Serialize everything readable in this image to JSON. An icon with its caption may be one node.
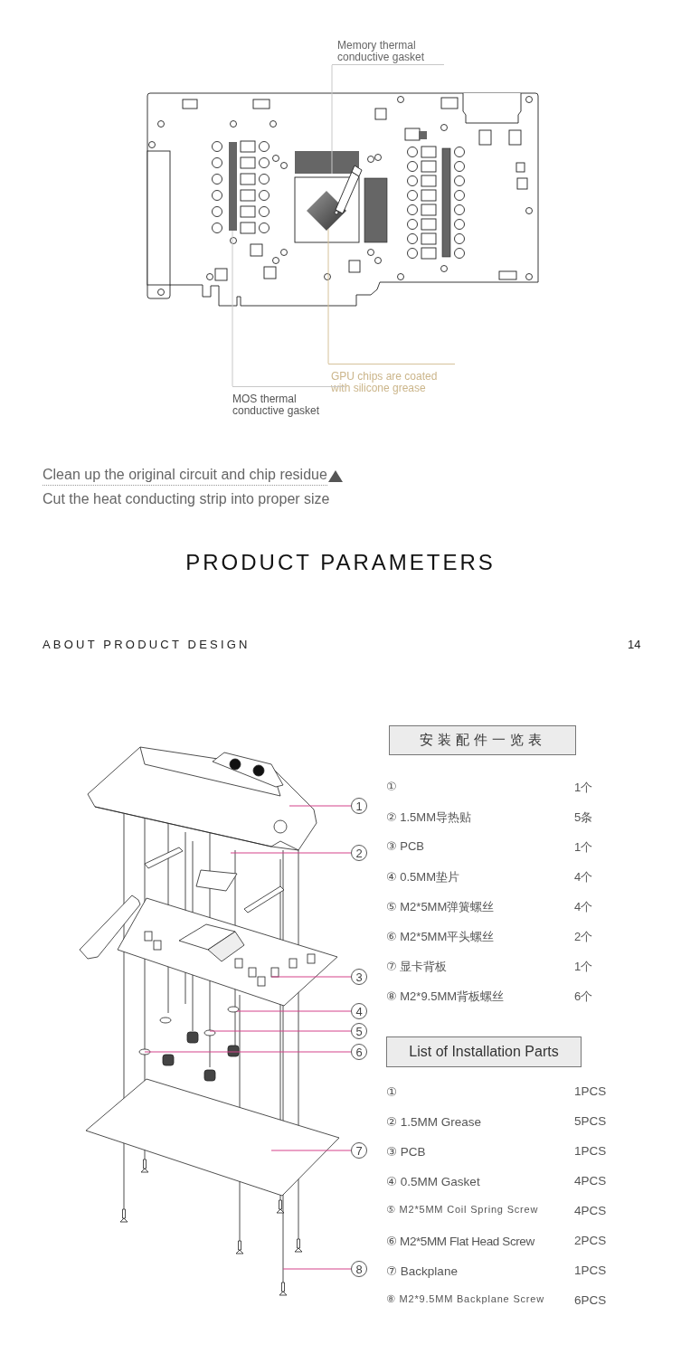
{
  "diagram": {
    "title": "PRODUCT PARAMETERS",
    "nodes": [
      {
        "text": [
          "Memory thermal conductive gasket"
        ]
      },
      {
        "text": [
          "GPU chips are coated with silicone grease"
        ]
      },
      {
        "text": [
          "MOS thermal conductive gasket"
        ]
      },
      {
        "text": [
          "安装配件一览表"
        ]
      },
      {
        "text": [
          "List of Installation Parts"
        ]
      },
      {
        "text": [
          "1"
        ]
      },
      {
        "text": [
          "2"
        ]
      },
      {
        "text": [
          "3"
        ]
      },
      {
        "text": [
          "4"
        ]
      },
      {
        "text": [
          "5"
        ]
      },
      {
        "text": [
          "6"
        ]
      },
      {
        "text": [
          "7"
        ]
      },
      {
        "text": [
          "8"
        ]
      },
      {
        "text": [],
        "shape": "box"
      },
      {
        "text": [],
        "shape": "diamond"
      },
      {
        "text": [],
        "shape": "box"
      }
    ],
    "edges": [
      {
        "from": 0,
        "to": 15,
        "arrow": "none",
        "color": "#c8c8c8"
      },
      {
        "from": 1,
        "to": 14,
        "arrow": "none",
        "color": "#d6c29a"
      },
      {
        "from": 2,
        "to": 13,
        "arrow": "none",
        "color": "#c8c8c8"
      },
      {
        "from": 5,
        "to": null,
        "arrow": "none"
      },
      {
        "from": 6,
        "to": null,
        "arrow": "none"
      },
      {
        "from": 7,
        "to": null,
        "arrow": "none"
      },
      {
        "from": 8,
        "to": null,
        "arrow": "none"
      },
      {
        "from": 9,
        "to": null,
        "arrow": "none"
      },
      {
        "from": 10,
        "to": null,
        "arrow": "none"
      },
      {
        "from": 11,
        "to": null,
        "arrow": "none"
      },
      {
        "from": 12,
        "to": null,
        "arrow": "none"
      }
    ],
    "labels": [
      "Clean up the original circuit and chip residue",
      "Cut the heat conducting strip into proper size",
      "ABOUT PRODUCT DESIGN",
      "14",
      "①",
      "1个",
      "② 1.5MM导热贴",
      "5条",
      "③ PCB",
      "1个",
      "④ 0.5MM垫片",
      "4个",
      "⑤ M2*5MM弹簧螺丝",
      "4个",
      "⑥ M2*5MM平头螺丝",
      "2个",
      "⑦ 显卡背板",
      "1个",
      "⑧ M2*9.5MM背板螺丝",
      "6个",
      "①",
      "1PCS",
      "② 1.5MM Grease",
      "5PCS",
      "③ PCB",
      "1PCS",
      "④ 0.5MM Gasket",
      "4PCS",
      "⑤ M2*5MM Coil Spring Screw",
      "4PCS",
      "⑥ M2*5MM Flat Head Screw",
      "2PCS",
      "⑦ Backplane",
      "1PCS",
      "⑧ M2*9.5MM Backplane Screw",
      "6PCS"
    ]
  }
}
